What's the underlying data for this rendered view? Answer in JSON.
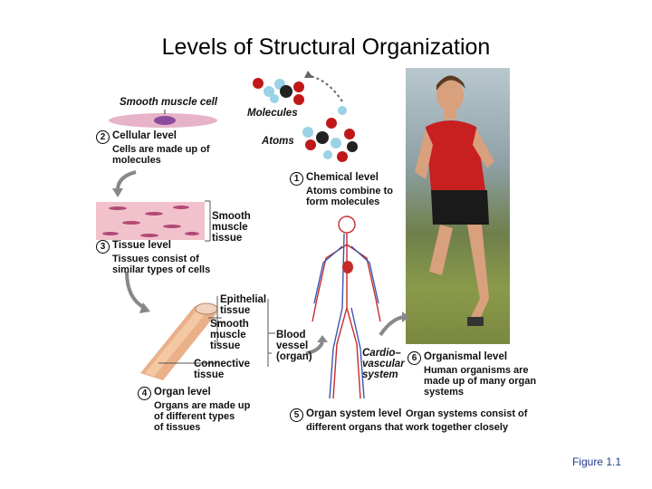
{
  "title": "Levels of Structural Organization",
  "figure_label": "Figure 1.1",
  "labels": {
    "smooth_muscle_cell": "Smooth muscle cell",
    "molecules": "Molecules",
    "atoms": "Atoms",
    "smooth_muscle_tissue_1": "Smooth",
    "smooth_muscle_tissue_2": "muscle",
    "smooth_muscle_tissue_3": "tissue",
    "epithelial_1": "Epithelial",
    "epithelial_2": "tissue",
    "smooth2_1": "Smooth",
    "smooth2_2": "muscle",
    "smooth2_3": "tissue",
    "connective_1": "Connective",
    "connective_2": "tissue",
    "blood_1": "Blood",
    "blood_2": "vessel",
    "blood_3": "(organ)",
    "cardio_1": "Cardio–",
    "cardio_2": "vascular",
    "cardio_3": "system"
  },
  "levels": [
    {
      "num": "1",
      "name": "Chemical level",
      "desc_1": "Atoms combine to",
      "desc_2": "form molecules"
    },
    {
      "num": "2",
      "name": "Cellular level",
      "desc_1": "Cells are made up of",
      "desc_2": "molecules"
    },
    {
      "num": "3",
      "name": "Tissue level",
      "desc_1": "Tissues consist of",
      "desc_2": "similar types of cells"
    },
    {
      "num": "4",
      "name": "Organ level",
      "desc_1": "Organs are made up",
      "desc_2": "of different types",
      "desc_3": "of tissues"
    },
    {
      "num": "5",
      "name": "Organ system level",
      "desc_1": "Organ systems consist of",
      "desc_2": "different organs that work together closely"
    },
    {
      "num": "6",
      "name": "Organismal level",
      "desc_1": "Human organisms are",
      "desc_2": "made up of many organ",
      "desc_3": "systems"
    }
  ]
}
